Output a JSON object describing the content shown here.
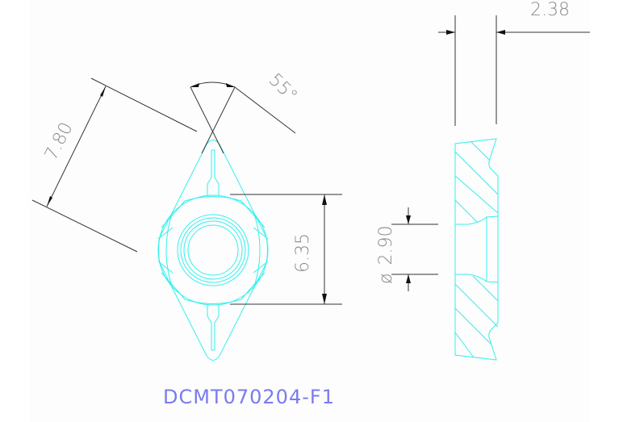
{
  "drawing": {
    "title": "DCMT070204-F1",
    "colors": {
      "part_lines": "#33f0f0",
      "dimension_lines": "#333333",
      "dimension_text": "#8a8a8a",
      "title_text": "#7a7af0",
      "background": "#fcfdfc"
    },
    "dimensions": {
      "diagonal_length": "7.80",
      "included_angle": "55°",
      "inscribed_circle": "6.35",
      "thickness": "2.38",
      "hole_diameter_symbol": "ø",
      "hole_diameter": "2.90"
    },
    "views": [
      "top-view",
      "section-view"
    ]
  }
}
